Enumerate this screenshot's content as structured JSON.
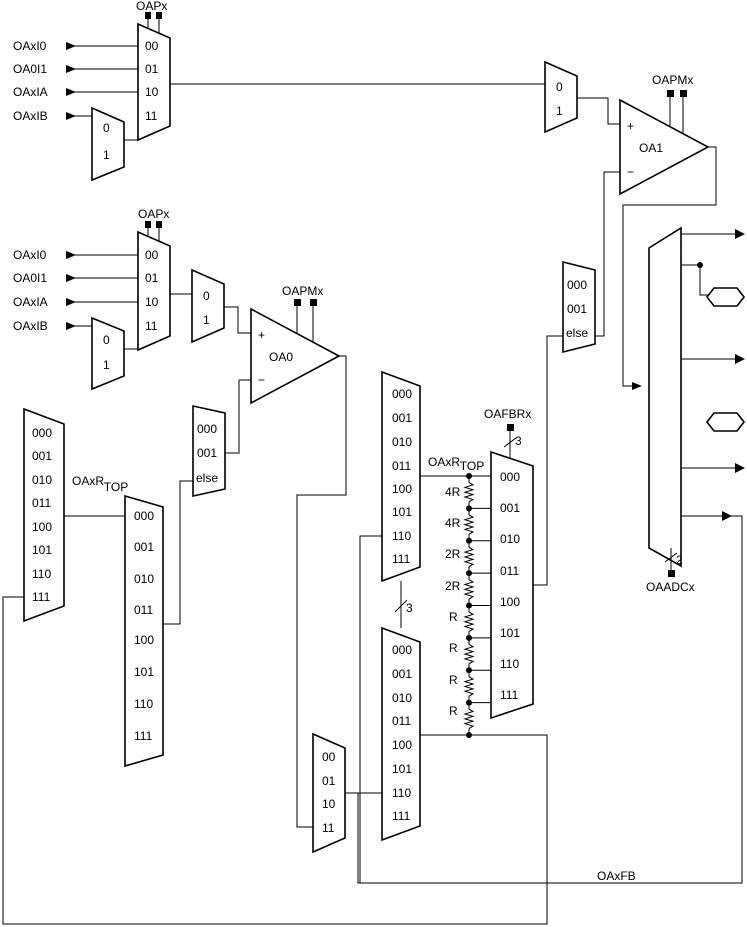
{
  "top_mux": {
    "control": "OAPx",
    "inputs": [
      "OAxI0",
      "OA0I1",
      "OAxIA",
      "OAxIB"
    ],
    "codes": [
      "00",
      "01",
      "10",
      "11"
    ],
    "sub_codes": [
      "0",
      "1"
    ]
  },
  "oa1_input_mux": {
    "codes": [
      "0",
      "1"
    ]
  },
  "oa1": {
    "name": "OA1",
    "control": "OAPMx",
    "plus": "+",
    "minus": "−"
  },
  "mid_mux": {
    "control": "OAPx",
    "inputs": [
      "OAxI0",
      "OA0I1",
      "OAxIA",
      "OAxIB"
    ],
    "codes": [
      "00",
      "01",
      "10",
      "11"
    ],
    "sub_codes": [
      "0",
      "1"
    ]
  },
  "oa0_input_mux": {
    "codes": [
      "0",
      "1"
    ]
  },
  "oa0": {
    "name": "OA0",
    "control": "OAPMx",
    "plus": "+",
    "minus": "−"
  },
  "oa0_fb_mux": {
    "codes": [
      "000",
      "001",
      "else"
    ]
  },
  "oa1_fb_mux": {
    "codes": [
      "000",
      "001",
      "else"
    ]
  },
  "left_mux": {
    "codes": [
      "000",
      "001",
      "010",
      "011",
      "100",
      "101",
      "110",
      "111"
    ]
  },
  "left_rtop_mux": {
    "label_main": "OAxR",
    "label_sub": "TOP",
    "codes": [
      "000",
      "001",
      "010",
      "011",
      "100",
      "101",
      "110",
      "111"
    ]
  },
  "center_upper_mux": {
    "codes": [
      "000",
      "001",
      "010",
      "011",
      "100",
      "101",
      "110",
      "111"
    ]
  },
  "center_lower_mux": {
    "codes": [
      "000",
      "001",
      "010",
      "011",
      "100",
      "101",
      "110",
      "111"
    ]
  },
  "small_mux": {
    "codes": [
      "00",
      "01",
      "10",
      "11"
    ]
  },
  "bus_width_3": "3",
  "resistor_ladder": {
    "label_main": "OAxR",
    "label_sub": "TOP",
    "resistors": [
      "4R",
      "4R",
      "2R",
      "2R",
      "R",
      "R",
      "R",
      "R"
    ]
  },
  "fbr_mux": {
    "control": "OAFBRx",
    "bus_width": "3",
    "codes": [
      "000",
      "001",
      "010",
      "011",
      "100",
      "101",
      "110",
      "111"
    ]
  },
  "adc_mux": {
    "control": "OAADCx",
    "bus_width": "2"
  },
  "feedback_net": "OAxFB"
}
